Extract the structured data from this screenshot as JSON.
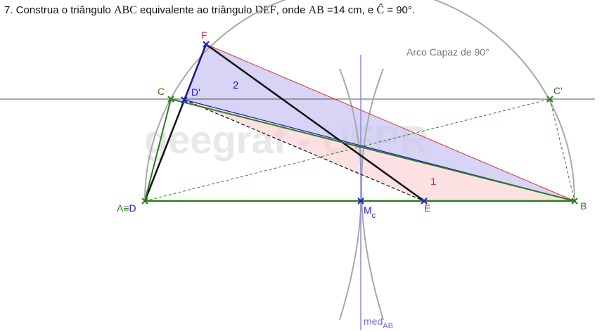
{
  "title": {
    "part1": "7. Construa o triângulo ",
    "abc": "ABC",
    "part2": " equivalente ao triângulo ",
    "def": "DEF",
    "part3": ", onde ",
    "ab": "AB",
    "part4": " =14 cm, e ",
    "chat": "Ĉ",
    "part5": " = 90°."
  },
  "watermark": "geegraf - UFPR",
  "labels": {
    "arc": "Arco Capaz de 90°",
    "a_eq_d": "A≡D",
    "a_part": "A≡",
    "d_part": "D",
    "b": "B",
    "c": "C",
    "c_prime": "C'",
    "d_prime": "D'",
    "f_top": "F",
    "e_bottom": "E",
    "m": "M",
    "m_sub": "c",
    "med": "med",
    "med_sub": "AB",
    "region1": "1",
    "region2": "2"
  },
  "colors": {
    "green": "#2e7d1f",
    "blue": "#1a1acc",
    "red": "#e0303a",
    "magenta": "#d42a6a",
    "gray_arc": "#a8a8a8",
    "med_line": "#8a8ae6",
    "region1_fill": "#f7c8c8",
    "region2_fill": "#c9c6f2"
  }
}
